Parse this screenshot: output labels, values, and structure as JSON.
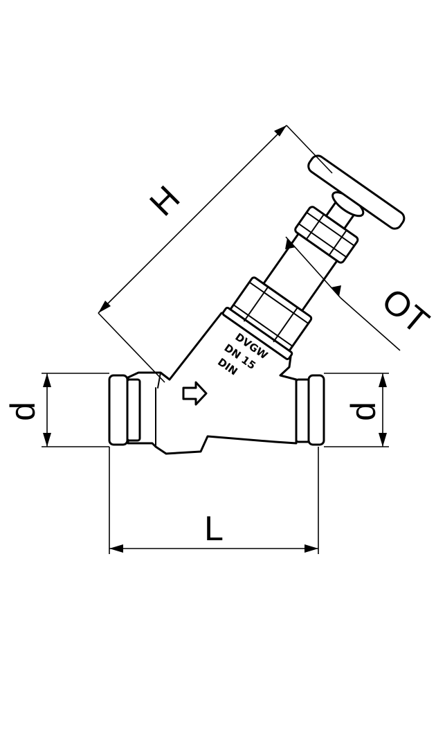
{
  "dimensions": {
    "height": "H",
    "thread": "OT",
    "diameter_left": "d",
    "diameter_right": "d",
    "length": "L"
  },
  "body_marking": {
    "line1": "DVGW",
    "line2": "DN 15",
    "line3": "DIN"
  }
}
